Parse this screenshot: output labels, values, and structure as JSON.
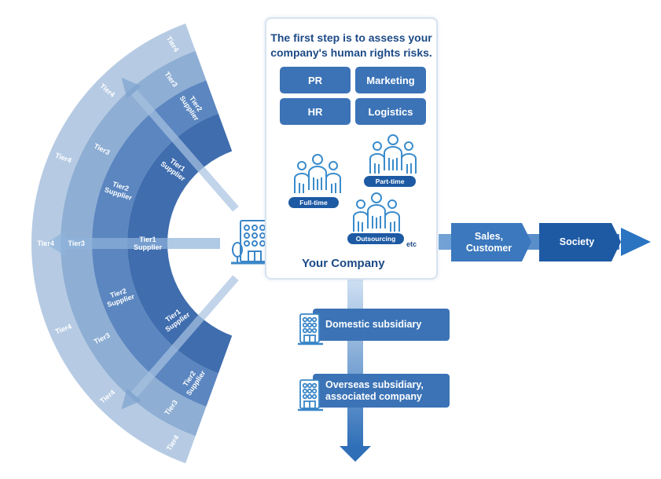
{
  "card": {
    "headline_line1": "The first step is to assess your",
    "headline_line2": "company's human rights risks.",
    "departments": [
      "PR",
      "Marketing",
      "HR",
      "Logistics"
    ],
    "workforce": [
      "Full-time",
      "Part-time",
      "Outsourcing"
    ],
    "etc_label": "etc",
    "company_label": "Your Company"
  },
  "downstream": {
    "sales_line1": "Sales,",
    "sales_line2": "Customer",
    "society": "Society"
  },
  "subsidiaries": {
    "domestic": "Domestic subsidiary",
    "overseas_line1": "Overseas subsidiary,",
    "overseas_line2": "associated company"
  },
  "supply_chain": {
    "tier1": [
      "Tier1",
      "Supplier"
    ],
    "tier2": [
      "Tier2",
      "Supplier"
    ],
    "tier3": "Tier3",
    "tier4": "Tier4"
  },
  "colors": {
    "tier1": "#3f6dae",
    "tier2": "#5b86c0",
    "tier3": "#8eaed4",
    "tier4": "#b6cbe3",
    "accent_dark": "#1d5aa3",
    "accent": "#3b73b6",
    "title_text": "#1d4a86"
  }
}
